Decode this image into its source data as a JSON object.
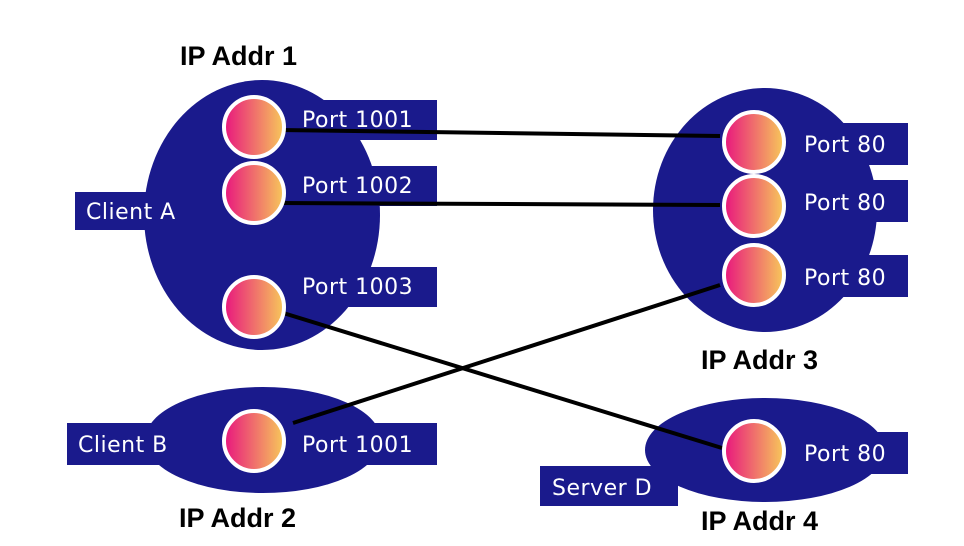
{
  "colors": {
    "host_fill": "#1a1a8c",
    "connection_line": "#000000",
    "port_gradient_start": "#e8157e",
    "port_gradient_end": "#f7c95a",
    "background": "#ffffff"
  },
  "hosts": [
    {
      "id": "client-a",
      "label": "Client  A",
      "ip": "IP Addr 1",
      "ports": [
        "Port  1001",
        "Port  1002",
        "Port  1003"
      ]
    },
    {
      "id": "server-c",
      "label": "",
      "ip": "IP Addr 3",
      "ports": [
        "Port 80",
        "Port 80",
        "Port 80"
      ]
    },
    {
      "id": "client-b",
      "label": "Client  B",
      "ip": "IP Addr 2",
      "ports": [
        "Port  1001"
      ]
    },
    {
      "id": "server-d",
      "label": "Server  D",
      "ip": "IP Addr 4",
      "ports": [
        "Port 80"
      ]
    }
  ],
  "connections": [
    {
      "from": "client-a.port-1",
      "to": "server-c.port-1"
    },
    {
      "from": "client-a.port-2",
      "to": "server-c.port-2"
    },
    {
      "from": "client-a.port-3",
      "to": "server-d.port-1"
    },
    {
      "from": "client-b.port-1",
      "to": "server-c.port-3"
    }
  ]
}
